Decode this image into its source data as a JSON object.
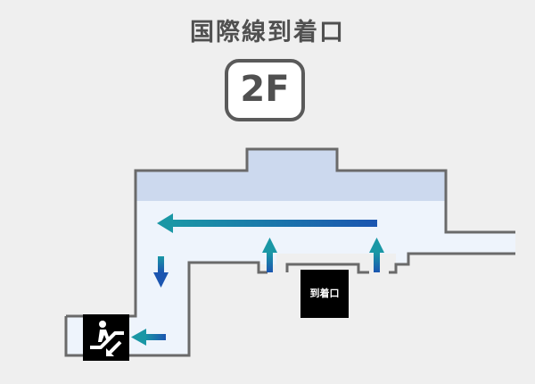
{
  "sign": {
    "title": "国際線到着口",
    "floor": "2F"
  },
  "map": {
    "arrival_gate_label": "到着口",
    "escalator_icon": "escalator-down-icon",
    "arrow_icon": "direction-arrow-icon"
  },
  "colors": {
    "background": "#efefef",
    "wall": "#6a6a6a",
    "upper_zone_fill": "#ccd9ee",
    "corridor_fill": "#eef4fc",
    "arrow_teal": "#1a97a5",
    "arrow_blue": "#1b55b0",
    "label_bg": "#000000",
    "label_text": "#ffffff"
  }
}
